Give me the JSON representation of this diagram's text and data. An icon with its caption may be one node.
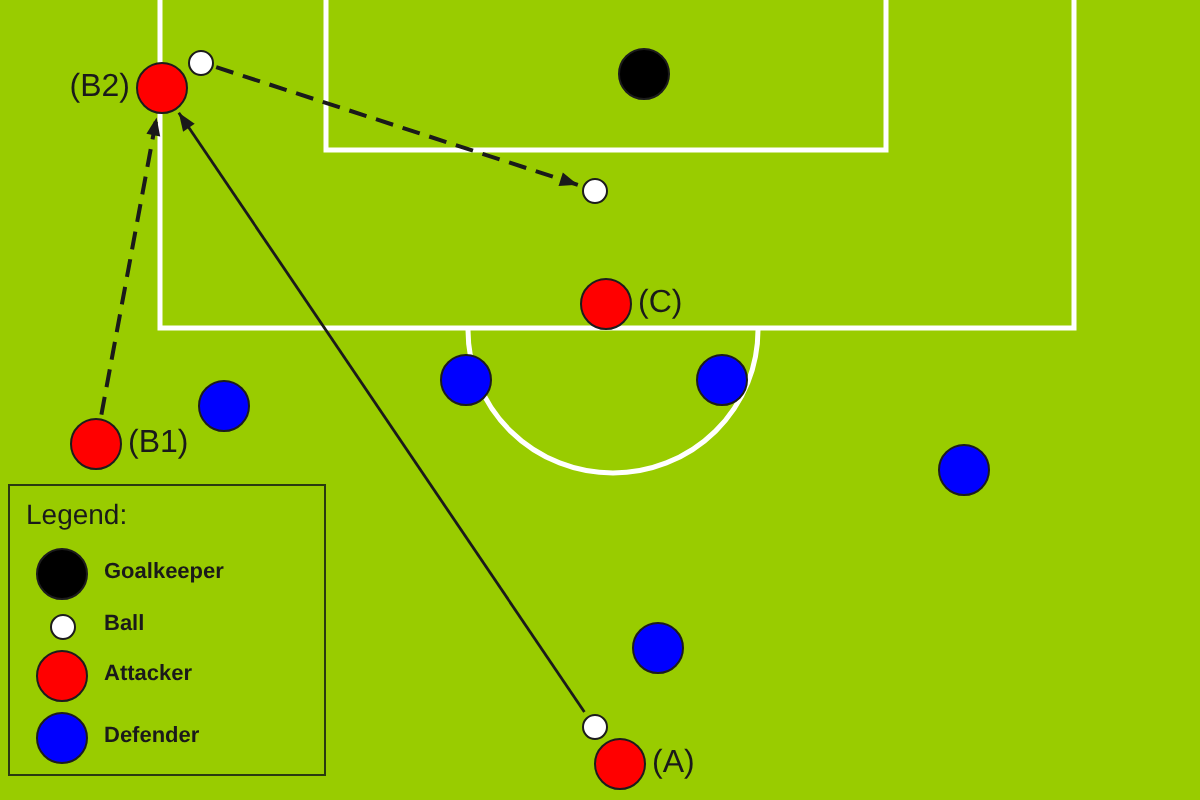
{
  "diagram": {
    "nodes": [
      {
        "text": [],
        "shape": "circle"
      },
      {
        "text": [],
        "shape": "circle"
      },
      {
        "text": [],
        "shape": "circle",
        "beside": [
          "(B2)"
        ]
      },
      {
        "text": [],
        "shape": "circle"
      },
      {
        "text": [],
        "shape": "circle",
        "beside": [
          "(C)"
        ]
      },
      {
        "text": [],
        "shape": "circle"
      },
      {
        "text": [],
        "shape": "circle"
      },
      {
        "text": [],
        "shape": "circle"
      },
      {
        "text": [],
        "shape": "circle",
        "beside": [
          "(B1)"
        ]
      },
      {
        "text": [],
        "shape": "circle"
      },
      {
        "text": [],
        "shape": "circle"
      },
      {
        "text": [],
        "shape": "circle"
      },
      {
        "text": [],
        "shape": "circle",
        "beside": [
          "(A)"
        ]
      }
    ],
    "edges": [
      {
        "from": 8,
        "to": 2,
        "arrow": "to",
        "style": "dashed"
      },
      {
        "from": 11,
        "to": 2,
        "arrow": "to"
      },
      {
        "from": 0,
        "to": 3,
        "arrow": "to",
        "style": "dashed"
      }
    ],
    "labels": [
      "Legend:"
    ],
    "legend": [
      {
        "text": "Goalkeeper",
        "color": "#000000"
      },
      {
        "text": "Ball",
        "color": "#ffffff"
      },
      {
        "text": "Attacker",
        "color": "#ff0000"
      },
      {
        "text": "Defender",
        "color": "#0000ff"
      }
    ]
  }
}
